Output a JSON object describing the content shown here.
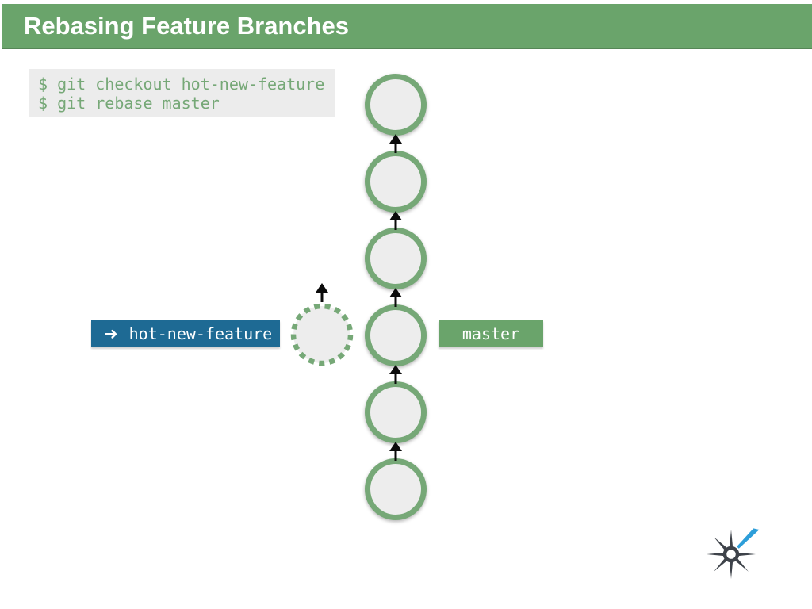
{
  "slide": {
    "title": "Rebasing Feature Branches",
    "code": {
      "line1": "$ git checkout hot-new-feature",
      "line2": "$ git rebase master"
    },
    "branch_labels": {
      "feature": {
        "arrow_icon": "➜",
        "label": "hot-new-feature",
        "bg": "#1e6a94"
      },
      "master": {
        "label": "master",
        "bg": "#6aa46b"
      }
    },
    "diagram": {
      "commit_count": 6,
      "dashed_commit_count": 1,
      "node_border_color": "#76a877",
      "node_fill_color": "#ededed",
      "arrow_color": "#0b0b0b"
    },
    "colors": {
      "header_bg": "#6aa46b",
      "header_text": "#ffffff",
      "code_bg": "#ececec",
      "code_text": "#76a877",
      "logo_dark": "#3e434a",
      "logo_blue": "#2d9ed9"
    }
  }
}
